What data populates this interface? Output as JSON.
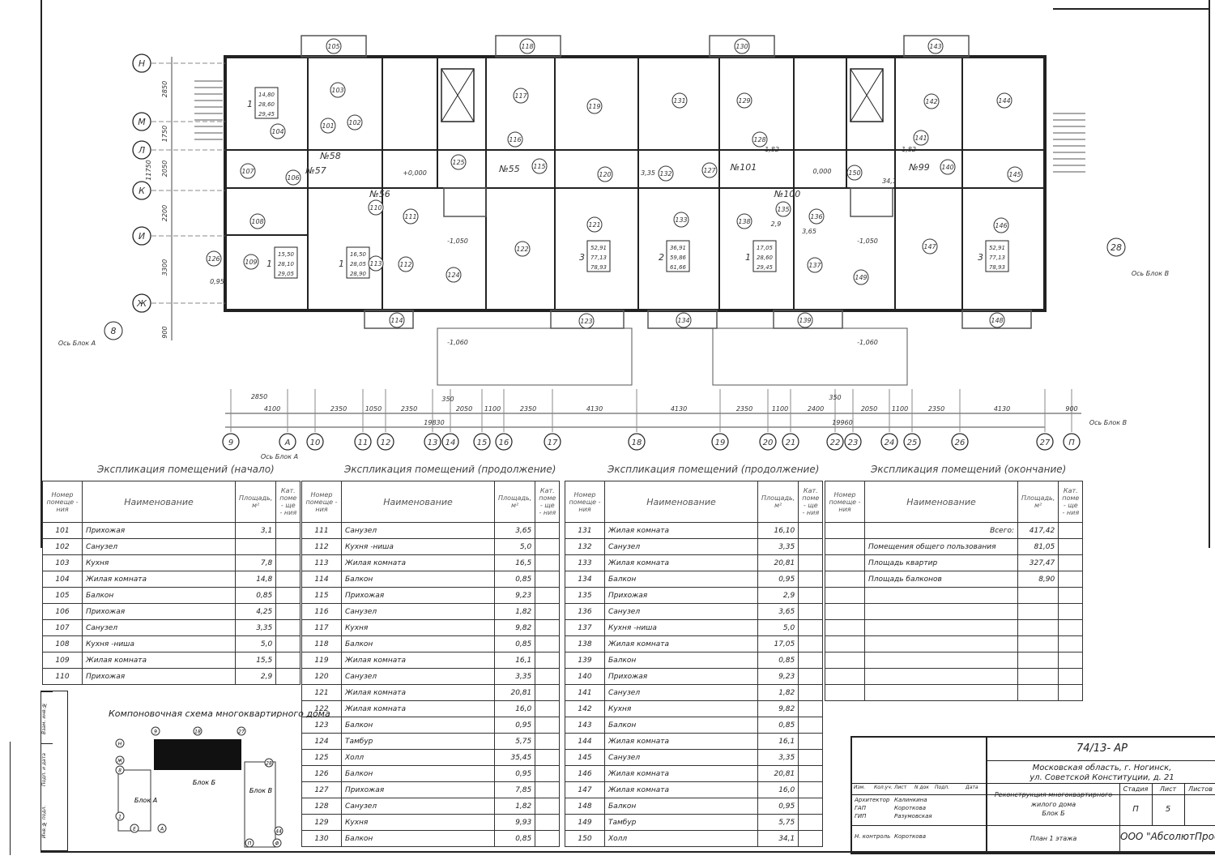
{
  "plan": {
    "row_axes": [
      "Н",
      "М",
      "Л",
      "К",
      "И",
      "Ж"
    ],
    "col_axes": [
      "9",
      "А",
      "10",
      "11",
      "12",
      "13",
      "14",
      "15",
      "16",
      "17",
      "18",
      "19",
      "20",
      "21",
      "22",
      "23",
      "24",
      "25",
      "26",
      "27",
      "П"
    ],
    "side_axes": [
      {
        "label": "8",
        "note": "Ось Блок А"
      },
      {
        "label": "28",
        "note": "Ось Блок В"
      }
    ],
    "axis_notes": [
      "Ось Блок А",
      "Ось Блок В"
    ],
    "rooms": [
      "105",
      "118",
      "130",
      "143",
      "103",
      "101",
      "102",
      "104",
      "117",
      "119",
      "131",
      "129",
      "142",
      "144",
      "116",
      "128",
      "141",
      "107",
      "106",
      "125",
      "115",
      "120",
      "132",
      "127",
      "150",
      "140",
      "145",
      "110",
      "111",
      "135",
      "136",
      "108",
      "121",
      "133",
      "138",
      "146",
      "126",
      "109",
      "113",
      "112",
      "122",
      "147",
      "137",
      "124",
      "149",
      "114",
      "123",
      "134",
      "139",
      "148"
    ],
    "dims_bottom": [
      "4100",
      "2350",
      "1050",
      "2350",
      "2050",
      "1100",
      "2350",
      "4130",
      "4130",
      "2350",
      "1100",
      "2400",
      "2050",
      "1100",
      "2350",
      "4130",
      "900"
    ],
    "dims_upper": [
      "2850",
      "350",
      "350"
    ],
    "dims_total": [
      "19830",
      "19960"
    ],
    "dims_left": [
      "2850",
      "1750",
      "2050",
      "11750",
      "2200",
      "3300",
      "900"
    ],
    "levels": [
      "+0,000",
      "0,000",
      "-1,050",
      "-1,050",
      "-1,060",
      "-1,060",
      "34,1",
      "3,35",
      "2,9",
      "3,65",
      "0,95",
      "1,82",
      "1,82",
      "№58",
      "№57",
      "№55",
      "№101",
      "№99",
      "№56",
      "№100"
    ],
    "apartments": [
      {
        "rooms": "1",
        "vals": [
          "14,80",
          "28,60",
          "29,45"
        ]
      },
      {
        "rooms": "1",
        "vals": [
          "15,50",
          "28,10",
          "29,05"
        ]
      },
      {
        "rooms": "1",
        "vals": [
          "16,50",
          "28,05",
          "28,90"
        ]
      },
      {
        "rooms": "3",
        "vals": [
          "52,91",
          "77,13",
          "78,93"
        ]
      },
      {
        "rooms": "2",
        "vals": [
          "36,91",
          "59,86",
          "61,66"
        ]
      },
      {
        "rooms": "1",
        "vals": [
          "17,05",
          "28,60",
          "29,45"
        ]
      },
      {
        "rooms": "3",
        "vals": [
          "52,91",
          "77,13",
          "78,93"
        ]
      }
    ]
  },
  "explication": {
    "headers": {
      "num": "Номер помеще - ния",
      "name": "Наименование",
      "area": "Площадь, м²",
      "cat": "Кат. поме - ще - ния"
    },
    "tables": [
      {
        "caption": "Экспликация помещений (начало)",
        "rows": [
          [
            "101",
            "Прихожая",
            "3,1"
          ],
          [
            "102",
            "Санузел",
            ""
          ],
          [
            "103",
            "Кухня",
            "7,8"
          ],
          [
            "104",
            "Жилая комната",
            "14,8"
          ],
          [
            "105",
            "Балкон",
            "0,85"
          ],
          [
            "106",
            "Прихожая",
            "4,25"
          ],
          [
            "107",
            "Санузел",
            "3,35"
          ],
          [
            "108",
            "Кухня -ниша",
            "5,0"
          ],
          [
            "109",
            "Жилая комната",
            "15,5"
          ],
          [
            "110",
            "Прихожая",
            "2,9"
          ]
        ]
      },
      {
        "caption": "Экспликация помещений (продолжение)",
        "rows": [
          [
            "111",
            "Санузел",
            "3,65"
          ],
          [
            "112",
            "Кухня -ниша",
            "5,0"
          ],
          [
            "113",
            "Жилая комната",
            "16,5"
          ],
          [
            "114",
            "Балкон",
            "0,85"
          ],
          [
            "115",
            "Прихожая",
            "9,23"
          ],
          [
            "116",
            "Санузел",
            "1,82"
          ],
          [
            "117",
            "Кухня",
            "9,82"
          ],
          [
            "118",
            "Балкон",
            "0,85"
          ],
          [
            "119",
            "Жилая комната",
            "16,1"
          ],
          [
            "120",
            "Санузел",
            "3,35"
          ],
          [
            "121",
            "Жилая комната",
            "20,81"
          ],
          [
            "122",
            "Жилая комната",
            "16,0"
          ],
          [
            "123",
            "Балкон",
            "0,95"
          ],
          [
            "124",
            "Тамбур",
            "5,75"
          ],
          [
            "125",
            "Холл",
            "35,45"
          ],
          [
            "126",
            "Балкон",
            "0,95"
          ],
          [
            "127",
            "Прихожая",
            "7,85"
          ],
          [
            "128",
            "Санузел",
            "1,82"
          ],
          [
            "129",
            "Кухня",
            "9,93"
          ],
          [
            "130",
            "Балкон",
            "0,85"
          ]
        ]
      },
      {
        "caption": "Экспликация помещений (продолжение)",
        "rows": [
          [
            "131",
            "Жилая комната",
            "16,10"
          ],
          [
            "132",
            "Санузел",
            "3,35"
          ],
          [
            "133",
            "Жилая комната",
            "20,81"
          ],
          [
            "134",
            "Балкон",
            "0,95"
          ],
          [
            "135",
            "Прихожая",
            "2,9"
          ],
          [
            "136",
            "Санузел",
            "3,65"
          ],
          [
            "137",
            "Кухня -ниша",
            "5,0"
          ],
          [
            "138",
            "Жилая комната",
            "17,05"
          ],
          [
            "139",
            "Балкон",
            "0,85"
          ],
          [
            "140",
            "Прихожая",
            "9,23"
          ],
          [
            "141",
            "Санузел",
            "1,82"
          ],
          [
            "142",
            "Кухня",
            "9,82"
          ],
          [
            "143",
            "Балкон",
            "0,85"
          ],
          [
            "144",
            "Жилая комната",
            "16,1"
          ],
          [
            "145",
            "Санузел",
            "3,35"
          ],
          [
            "146",
            "Жилая комната",
            "20,81"
          ],
          [
            "147",
            "Жилая комната",
            "16,0"
          ],
          [
            "148",
            "Балкон",
            "0,95"
          ],
          [
            "149",
            "Тамбур",
            "5,75"
          ],
          [
            "150",
            "Холл",
            "34,1"
          ]
        ]
      },
      {
        "caption": "Экспликация помещений (окончание)",
        "rows": [
          [
            "",
            "Всего:",
            "417,42"
          ],
          [
            "",
            "Помещения общего пользования",
            "81,05"
          ],
          [
            "",
            "Площадь квартир",
            "327,47"
          ],
          [
            "",
            "Площадь балконов",
            "8,90"
          ],
          [
            "",
            "",
            ""
          ],
          [
            "",
            "",
            ""
          ],
          [
            "",
            "",
            ""
          ],
          [
            "",
            "",
            ""
          ],
          [
            "",
            "",
            ""
          ],
          [
            "",
            "",
            ""
          ],
          [
            "",
            "",
            ""
          ]
        ]
      }
    ]
  },
  "schema": {
    "title": "Компоновочная схема многоквартирного дома",
    "blocks": [
      "Блок А",
      "Блок Б",
      "Блок В"
    ],
    "axes": [
      "9",
      "18",
      "27",
      "Н",
      "Ж",
      "8",
      "28",
      "1",
      "Е",
      "А",
      "П",
      "Ф",
      "44"
    ]
  },
  "stamp": [
    "Взам. инв.№",
    "Подп. и дата",
    "Инв.№ подл."
  ],
  "title_block": {
    "code": "74/13- АР",
    "address_1": "Московская область, г. Ногинск,",
    "address_2": "ул. Советской Конституции, д. 21",
    "project_1": "Реконструкция многоквартирного",
    "project_2": "жилого дома",
    "project_3": "Блок Б",
    "sheet_title": "План 1 этажа",
    "company": "ООО \"АбсолютПроект\"",
    "col_heads": [
      "Изм.",
      "Кол.уч.",
      "Лист",
      "N док",
      "Подп.",
      "Дата"
    ],
    "roles": [
      [
        "Архитектор",
        "Калинкина"
      ],
      [
        "ГАП",
        "Короткова"
      ],
      [
        "ГИП",
        "Разумовская"
      ],
      [
        "Н. контроль",
        "Короткова"
      ]
    ],
    "stage_heads": [
      "Стадия",
      "Лист",
      "Листов"
    ],
    "stage": "П",
    "sheet": "5"
  }
}
